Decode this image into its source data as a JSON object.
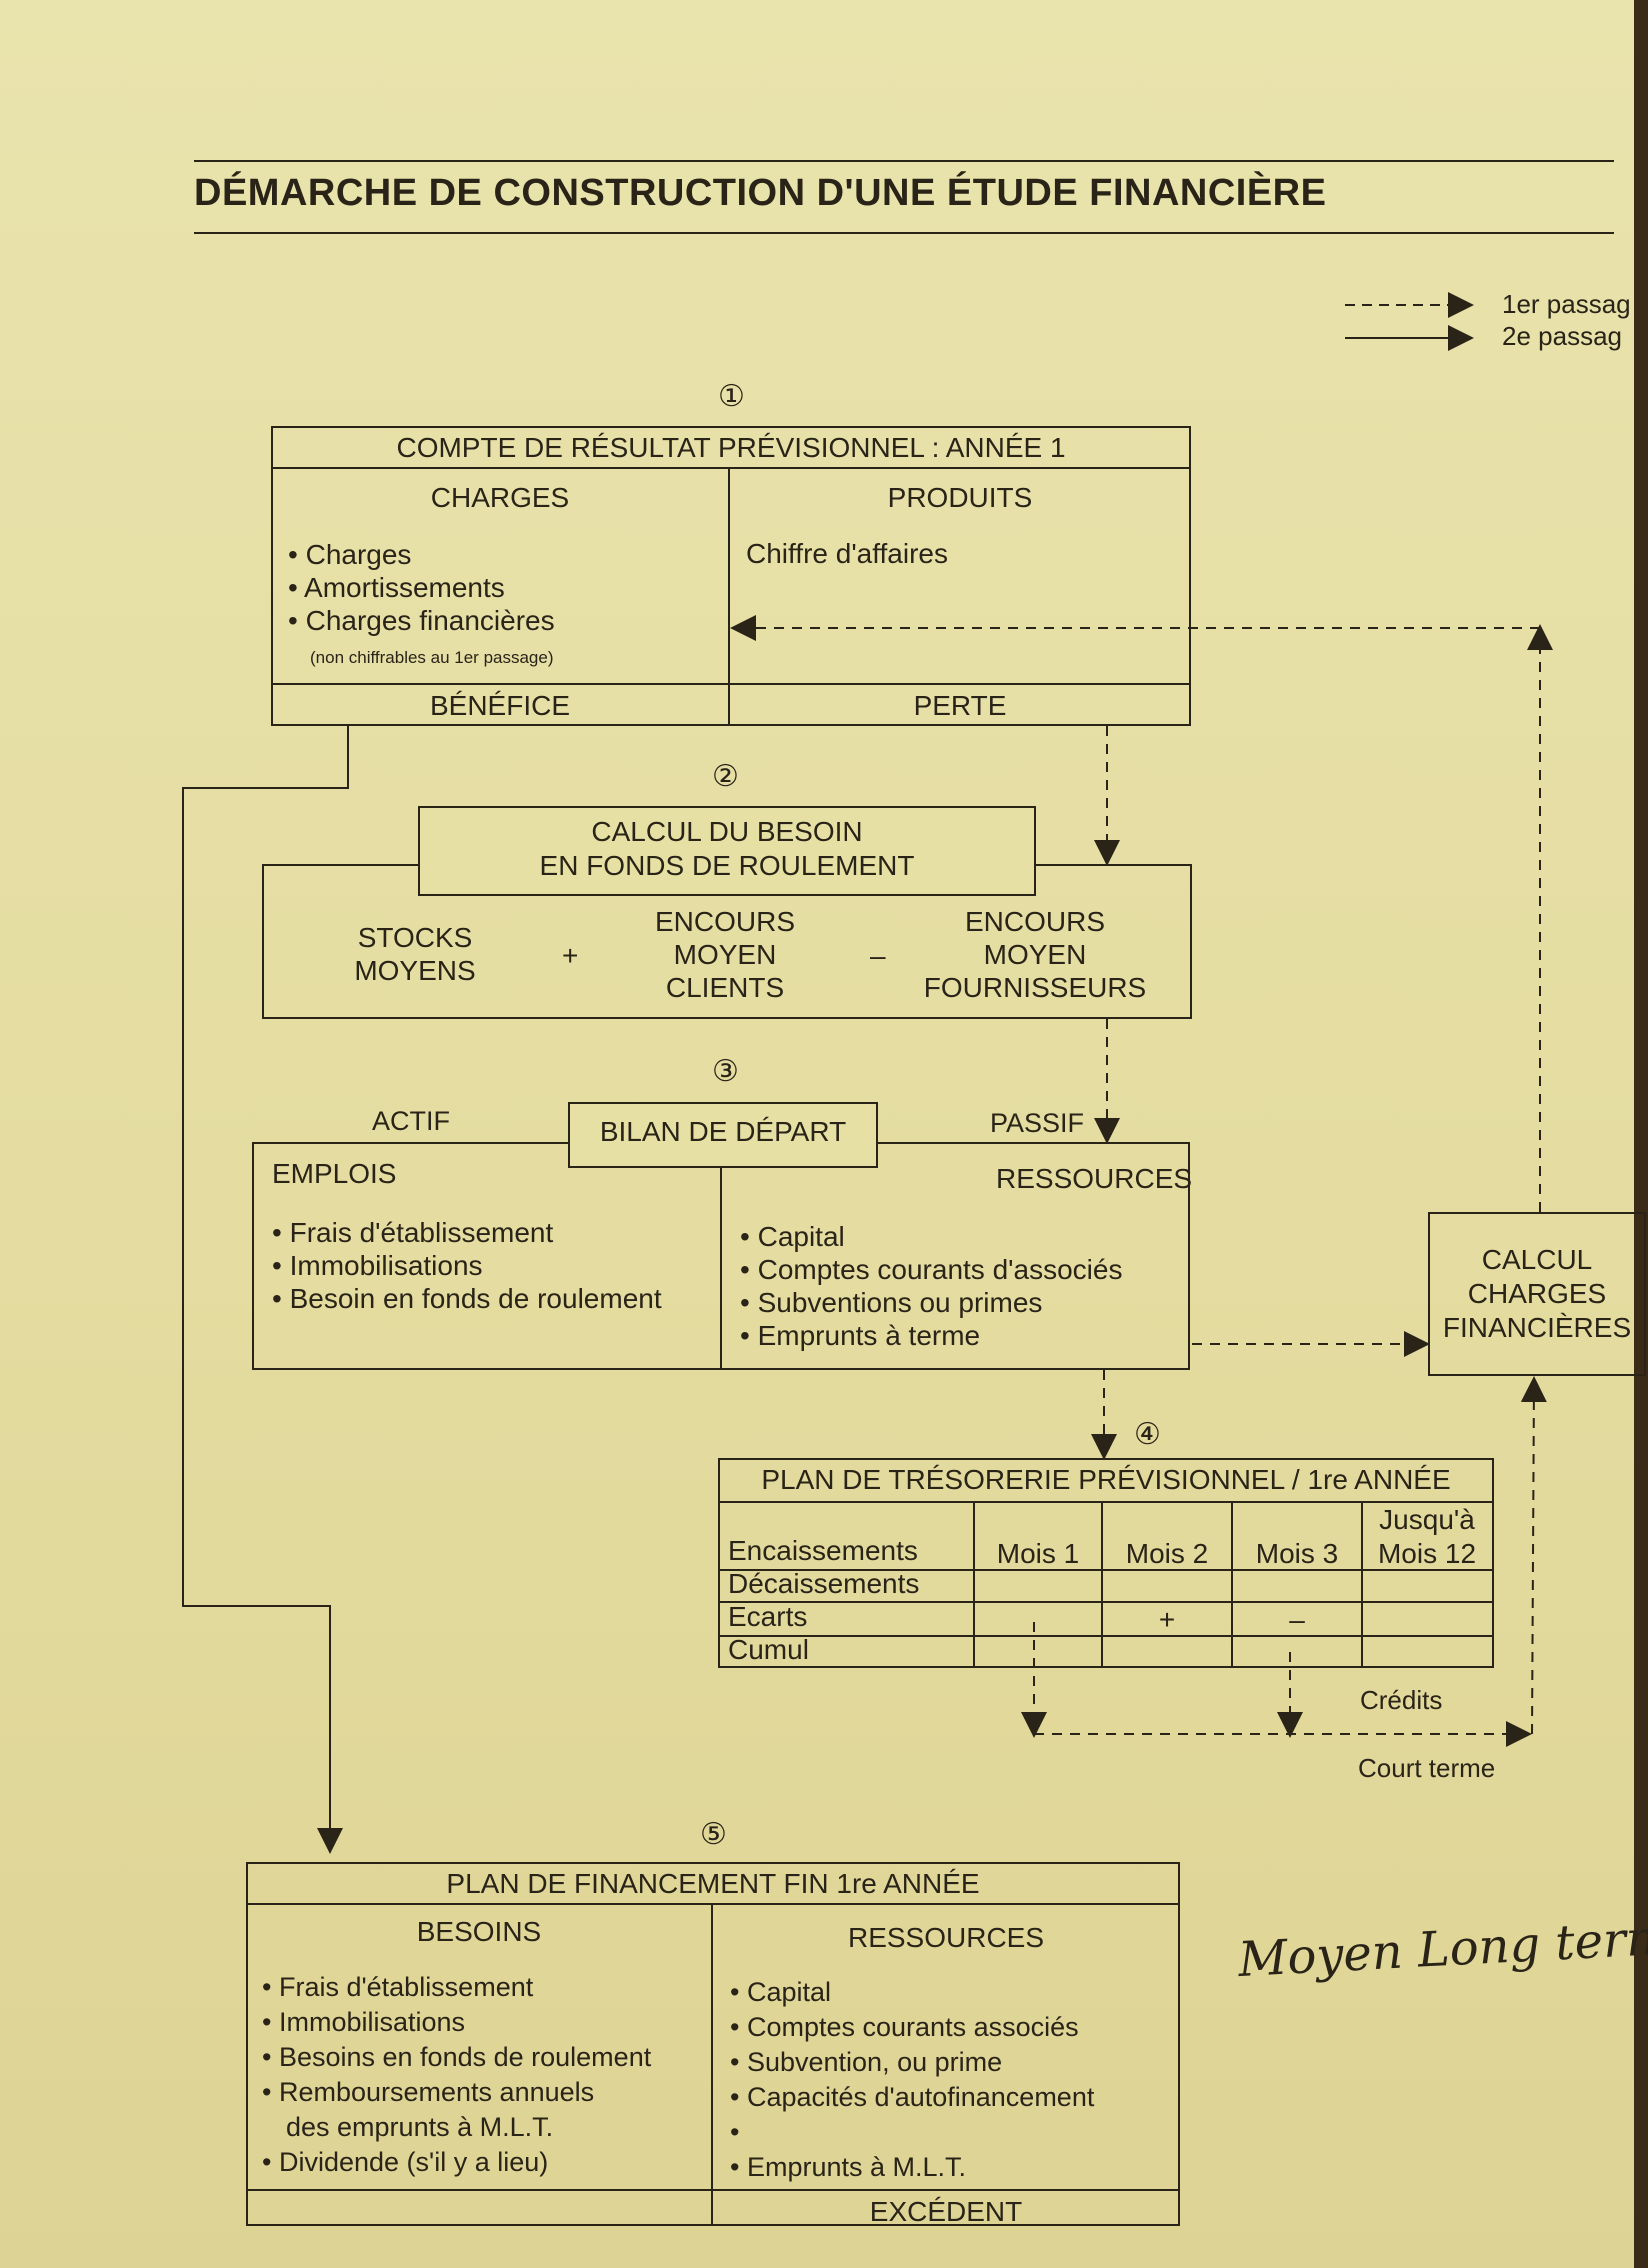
{
  "header": {
    "title": "DÉMARCHE DE CONSTRUCTION D'UNE ÉTUDE FINANCIÈRE"
  },
  "legend": {
    "dashed_label": "1er passag",
    "solid_label": "2e passag"
  },
  "step_markers": [
    "①",
    "②",
    "③",
    "④",
    "⑤"
  ],
  "compte_resultat": {
    "title": "COMPTE DE RÉSULTAT PRÉVISIONNEL : ANNÉE 1",
    "charges_header": "CHARGES",
    "produits_header": "PRODUITS",
    "charges_items": [
      "Charges",
      "Amortissements",
      "Charges financières"
    ],
    "charges_note": "(non chiffrables au 1er passage)",
    "produits_item": "Chiffre d'affaires",
    "benefice": "BÉNÉFICE",
    "perte": "PERTE"
  },
  "bfr": {
    "title_line1": "CALCUL DU BESOIN",
    "title_line2": "EN FONDS DE ROULEMENT",
    "term1": [
      "STOCKS",
      "MOYENS"
    ],
    "op1": "+",
    "term2": [
      "ENCOURS",
      "MOYEN",
      "CLIENTS"
    ],
    "op2": "–",
    "term3": [
      "ENCOURS",
      "MOYEN",
      "FOURNISSEURS"
    ]
  },
  "bilan": {
    "title": "BILAN DE DÉPART",
    "actif": "ACTIF",
    "passif": "PASSIF",
    "emplois_header": "EMPLOIS",
    "ressources_header": "RESSOURCES",
    "emplois_items": [
      "Frais d'établissement",
      "Immobilisations",
      "Besoin en fonds de roulement"
    ],
    "ressources_items": [
      "Capital",
      "Comptes courants d'associés",
      "Subventions ou primes",
      "Emprunts à terme"
    ]
  },
  "charges_fin": {
    "lines": [
      "CALCUL",
      "CHARGES",
      "FINANCIÈRES"
    ]
  },
  "tresorerie": {
    "title": "PLAN DE TRÉSORERIE PRÉVISIONNEL / 1re ANNÉE",
    "rows": [
      "Encaissements",
      "Décaissements",
      "Ecarts",
      "Cumul"
    ],
    "columns": [
      "Mois 1",
      "Mois 2",
      "Mois 3",
      "Jusqu'à",
      "Mois 12"
    ],
    "ecarts_plus": "+",
    "ecarts_minus": "–",
    "credits_label": "Crédits",
    "court_terme_label": "Court terme"
  },
  "financement": {
    "title": "PLAN DE FINANCEMENT FIN 1re ANNÉE",
    "besoins_header": "BESOINS",
    "ressources_header": "RESSOURCES",
    "besoins_items": [
      "Frais d'établissement",
      "Immobilisations",
      "Besoins en fonds de roulement",
      "Remboursements annuels",
      "des emprunts à M.L.T.",
      "Dividende (s'il y a lieu)"
    ],
    "ressources_items": [
      "Capital",
      "Comptes courants associés",
      "Subvention, ou prime",
      "Capacités d'autofinancement",
      "Emprunts à M.L.T."
    ],
    "excedent": "EXCÉDENT"
  },
  "handwritten": {
    "note": "Moyen Long terme"
  }
}
